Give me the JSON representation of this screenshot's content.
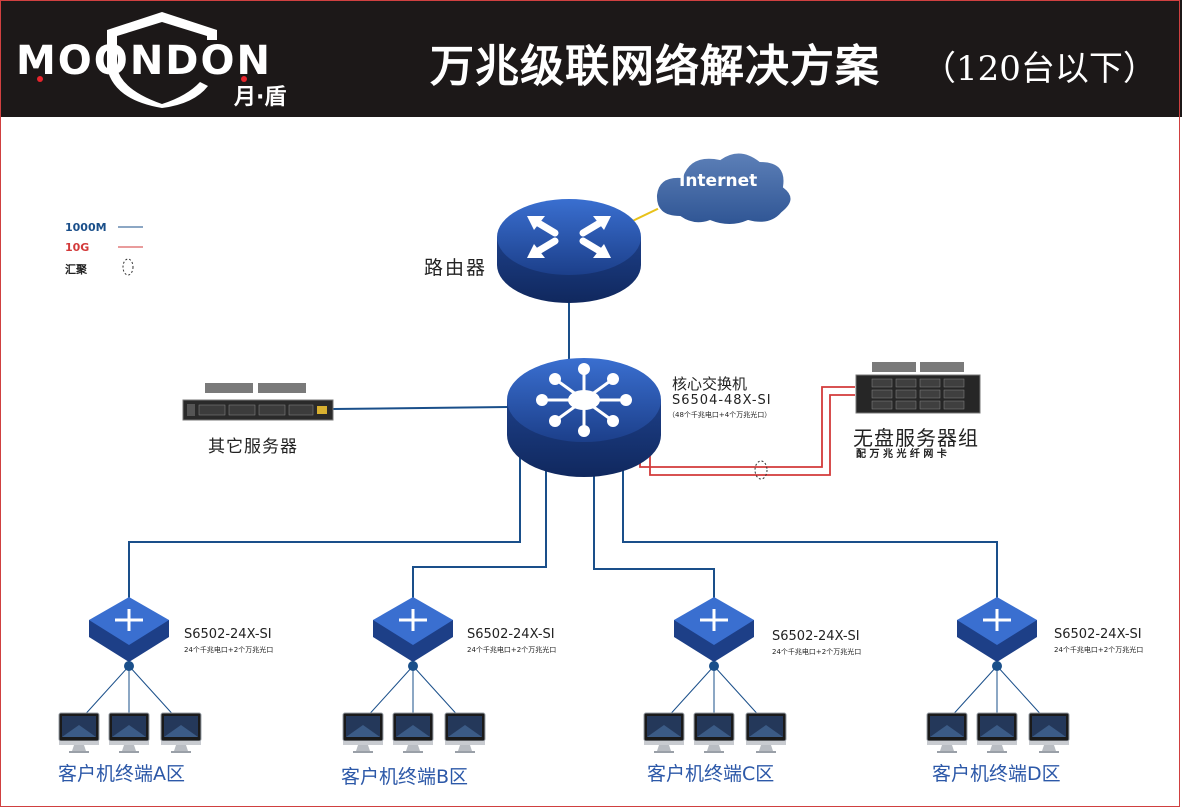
{
  "header": {
    "logo_text": "MOONDON",
    "logo_cn": "月·盾",
    "title": "万兆级联网络解决方案",
    "subtitle": "（120台以下）"
  },
  "legend": {
    "items": [
      {
        "label": "1000M",
        "color": "#1a4f8a"
      },
      {
        "label": "10G",
        "color": "#d33a3a"
      },
      {
        "label": "汇聚",
        "color": "#222222"
      }
    ]
  },
  "internet": {
    "label": "Internet"
  },
  "router": {
    "label": "路由器"
  },
  "core": {
    "label": "核心交换机",
    "model": "S6504-48X-SI",
    "ports": "（48个千兆电口+4个万兆光口）"
  },
  "other_servers": {
    "label": "其它服务器"
  },
  "diskless": {
    "label": "无盘服务器组",
    "note": "配 万 兆 光 纤 网 卡"
  },
  "access_switches": [
    {
      "model": "S6502-24X-SI",
      "ports": "24个千兆电口+2个万兆光口",
      "zone": "客户机终端A区"
    },
    {
      "model": "S6502-24X-SI",
      "ports": "24个千兆电口+2个万兆光口",
      "zone": "客户机终端B区"
    },
    {
      "model": "S6502-24X-SI",
      "ports": "24个千兆电口+2个万兆光口",
      "zone": "客户机终端C区"
    },
    {
      "model": "S6502-24X-SI",
      "ports": "24个千兆电口+2个万兆光口",
      "zone": "客户机终端D区"
    }
  ],
  "colors": {
    "link_1000m": "#1a4f8a",
    "link_10g": "#d33a3a",
    "wan": "#e8c21a",
    "device": "#2c58a8"
  }
}
